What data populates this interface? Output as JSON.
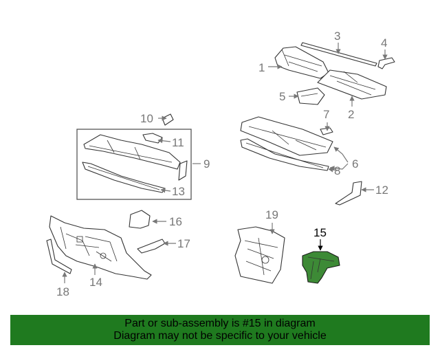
{
  "callouts": {
    "c1": "1",
    "c2": "2",
    "c3": "3",
    "c4": "4",
    "c5": "5",
    "c6": "6",
    "c7": "7",
    "c8": "8",
    "c9": "9",
    "c10": "10",
    "c11": "11",
    "c12": "12",
    "c13": "13",
    "c14": "14",
    "c15": "15",
    "c16": "16",
    "c17": "17",
    "c18": "18",
    "c19": "19"
  },
  "highlighted_part": "15",
  "colors": {
    "highlight_part": "#3d8a36",
    "banner_background": "#1f7a1f",
    "callout_text": "#777777",
    "highlight_callout_text": "#000000"
  },
  "banner": {
    "line1": "Part or sub-assembly is #15 in diagram",
    "line2": "Diagram may not be specific to your vehicle"
  }
}
